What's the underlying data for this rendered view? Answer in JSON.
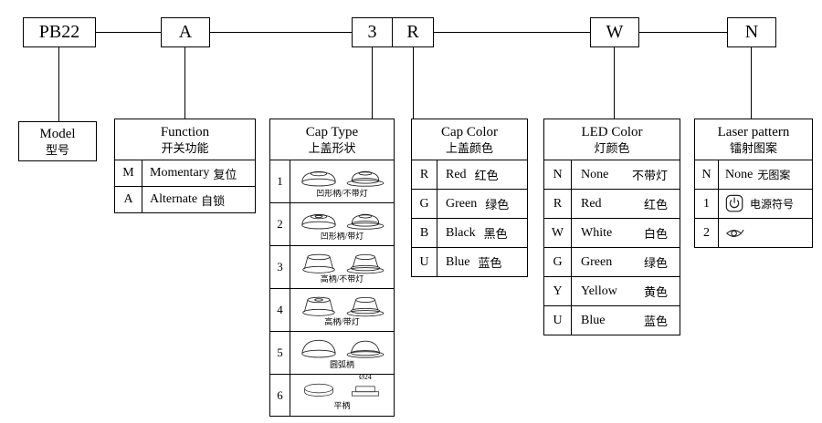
{
  "top_codes": {
    "model": "PB22",
    "function": "A",
    "cap_type": "3",
    "cap_color": "R",
    "led_color": "W",
    "laser": "N"
  },
  "model_box": {
    "title_en": "Model",
    "title_zh": "型号"
  },
  "function_table": {
    "title_en": "Function",
    "title_zh": "开关功能",
    "rows": [
      {
        "code": "M",
        "en": "Momentary",
        "zh": "复位"
      },
      {
        "code": "A",
        "en": "Alternate",
        "zh": "自锁"
      }
    ]
  },
  "cap_type_table": {
    "title_en": "Cap Type",
    "title_zh": "上盖形状",
    "rows": [
      {
        "code": "1",
        "caption": "凹形柄/不带灯",
        "icon": "concave-cap-icon"
      },
      {
        "code": "2",
        "caption": "凹形柄/带灯",
        "icon": "concave-cap-lit-icon"
      },
      {
        "code": "3",
        "caption": "高柄/不带灯",
        "icon": "tall-cap-icon"
      },
      {
        "code": "4",
        "caption": "高柄/带灯",
        "icon": "tall-cap-lit-icon"
      },
      {
        "code": "5",
        "caption": "圆弧柄",
        "icon": "dome-cap-icon"
      },
      {
        "code": "6",
        "caption": "平柄",
        "icon": "flat-cap-icon",
        "dim": "Ø24"
      }
    ]
  },
  "cap_color_table": {
    "title_en": "Cap Color",
    "title_zh": "上盖颜色",
    "rows": [
      {
        "code": "R",
        "en": "Red",
        "zh": "红色"
      },
      {
        "code": "G",
        "en": "Green",
        "zh": "绿色"
      },
      {
        "code": "B",
        "en": "Black",
        "zh": "黑色"
      },
      {
        "code": "U",
        "en": "Blue",
        "zh": "蓝色"
      }
    ]
  },
  "led_color_table": {
    "title_en": "LED Color",
    "title_zh": "灯颜色",
    "rows": [
      {
        "code": "N",
        "en": "None",
        "zh": "不带灯"
      },
      {
        "code": "R",
        "en": "Red",
        "zh": "红色"
      },
      {
        "code": "W",
        "en": "White",
        "zh": "白色"
      },
      {
        "code": "G",
        "en": "Green",
        "zh": "绿色"
      },
      {
        "code": "Y",
        "en": "Yellow",
        "zh": "黄色"
      },
      {
        "code": "U",
        "en": "Blue",
        "zh": "蓝色"
      }
    ]
  },
  "laser_table": {
    "title_en": "Laser pattern",
    "title_zh": "镭射图案",
    "rows": [
      {
        "code": "N",
        "en": "None",
        "zh": "无图案"
      },
      {
        "code": "1",
        "icon": "power-icon",
        "zh": "电源符号"
      },
      {
        "code": "2",
        "icon": "eye-icon"
      }
    ]
  },
  "colors": {
    "line": "#000000",
    "stroke": "#222222",
    "background": "#ffffff"
  }
}
